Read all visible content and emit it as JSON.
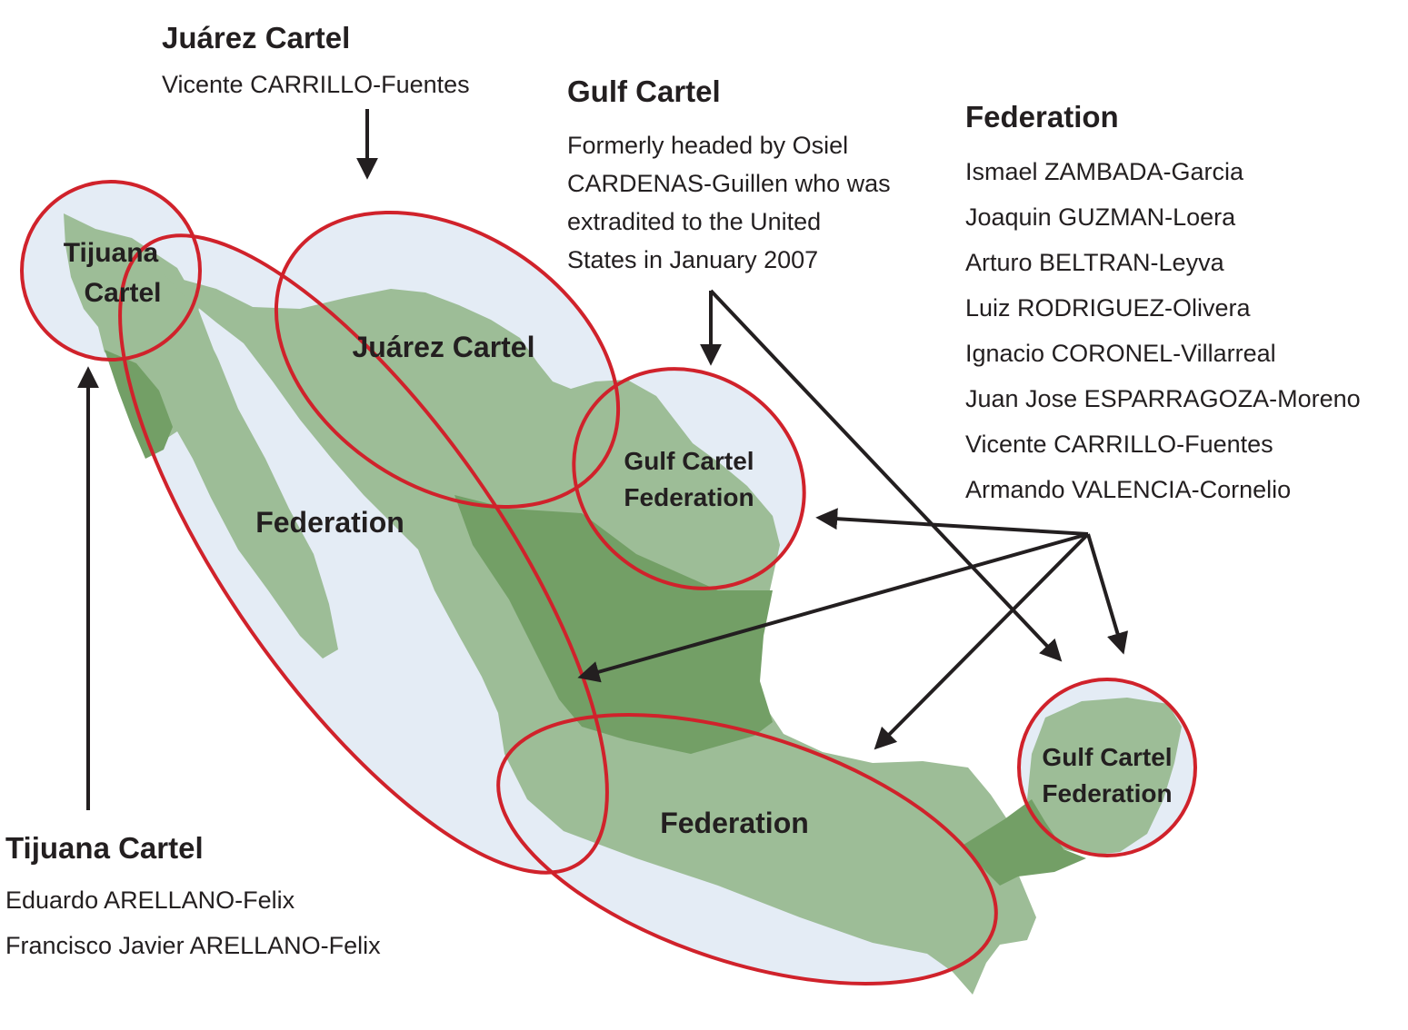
{
  "callouts": {
    "juarez": {
      "title": "Juárez Cartel",
      "leaders": [
        "Vicente CARRILLO-Fuentes"
      ]
    },
    "gulf": {
      "title": "Gulf Cartel",
      "note_lines": [
        "Formerly headed by Osiel",
        "CARDENAS-Guillen who was",
        "extradited to the United",
        "States in January 2007"
      ]
    },
    "federation": {
      "title": "Federation",
      "leaders": [
        "Ismael ZAMBADA-Garcia",
        "Joaquin GUZMAN-Loera",
        "Arturo BELTRAN-Leyva",
        "Luiz RODRIGUEZ-Olivera",
        "Ignacio CORONEL-Villarreal",
        "Juan Jose ESPARRAGOZA-Moreno",
        "Vicente CARRILLO-Fuentes",
        "Armando VALENCIA-Cornelio"
      ]
    },
    "tijuana": {
      "title": "Tijuana Cartel",
      "leaders": [
        "Eduardo ARELLANO-Felix",
        "Francisco Javier ARELLANO-Felix"
      ]
    }
  },
  "regions": {
    "tijuana": [
      "Tijuana",
      "Cartel"
    ],
    "juarez": "Juárez Cartel",
    "federation_west": "Federation",
    "gulf_northeast": [
      "Gulf Cartel",
      "Federation"
    ],
    "federation_south": "Federation",
    "gulf_yucatan": [
      "Gulf Cartel",
      "Federation"
    ]
  },
  "colors": {
    "land": "#9dbd97",
    "land_core": "#739f66",
    "zone_fill": "#e4ecf5",
    "zone_outline": "#d0222b",
    "arrow": "#231f20"
  }
}
